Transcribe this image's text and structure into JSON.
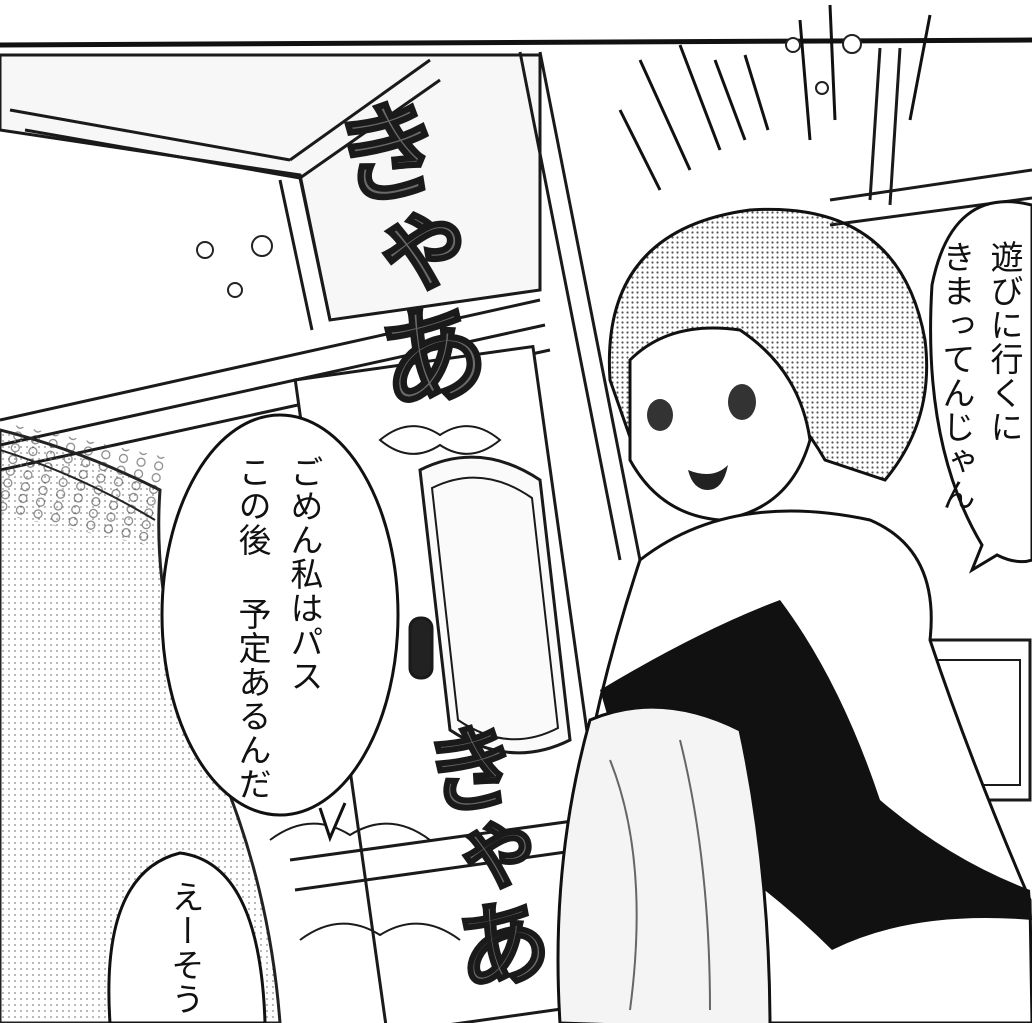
{
  "panel": {
    "bubbles": [
      {
        "id": "right",
        "lines": [
          "遊びに行くに",
          "きまってんじゃん"
        ]
      },
      {
        "id": "center",
        "lines": [
          "ごめん私はパス",
          "この後 予定あるんだ"
        ]
      },
      {
        "id": "bottom-left",
        "lines": [
          "えーそう"
        ]
      }
    ],
    "sfx": [
      "きゃあ",
      "きゃあ"
    ]
  }
}
